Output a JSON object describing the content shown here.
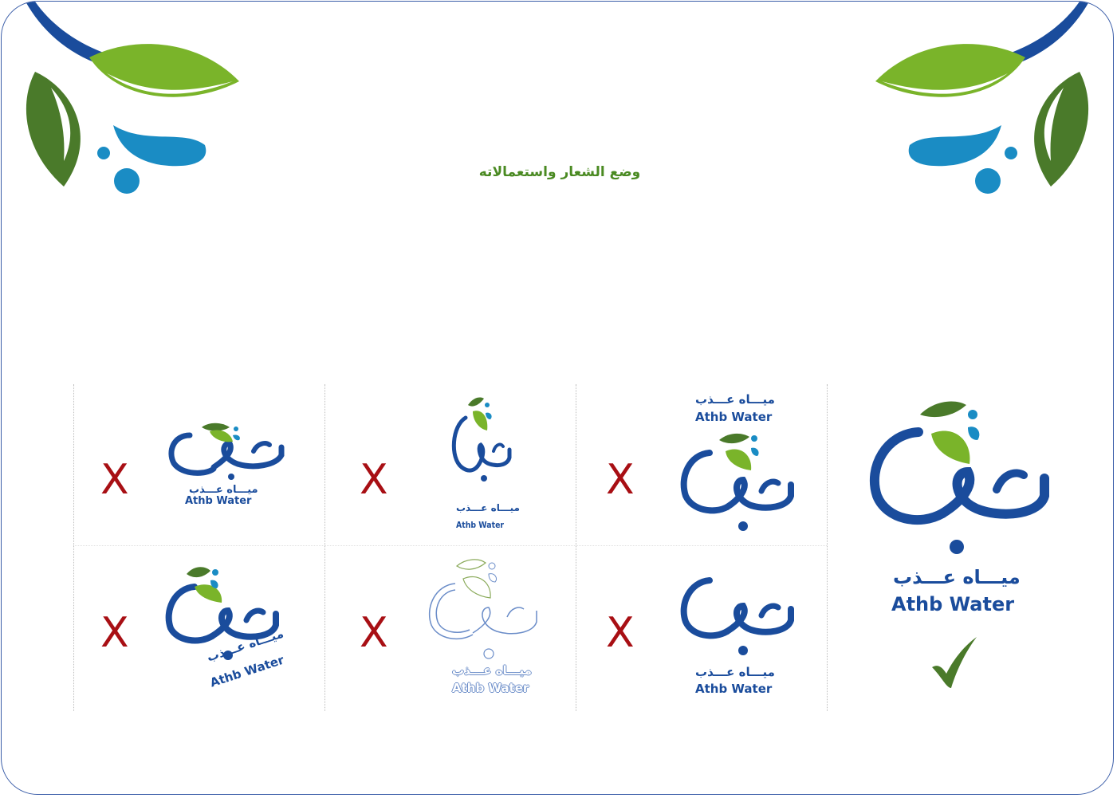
{
  "page": {
    "title": "وضع الشعار واستعمالاته"
  },
  "logo": {
    "mark_text": "عذب",
    "arabic_tagline": "ميـــاه عـــذب",
    "english_name": "Athb Water"
  },
  "colors": {
    "brand_blue": "#1a4c9c",
    "leaf_light_green": "#7ab42a",
    "leaf_dark_green": "#4a7a2a",
    "water_blue": "#1a8cc4",
    "incorrect_mark": "#a80f14",
    "correct_mark": "#4a7a2a",
    "frame_border": "#3a5da8"
  },
  "variants": [
    {
      "id": "correct",
      "status": "correct",
      "symbol": "check-mark"
    },
    {
      "id": "text-on-top",
      "status": "incorrect",
      "symbol": "X"
    },
    {
      "id": "compressed",
      "status": "incorrect",
      "symbol": "X"
    },
    {
      "id": "horizontal",
      "status": "incorrect",
      "symbol": "X"
    },
    {
      "id": "no-leaves",
      "status": "incorrect",
      "symbol": "X"
    },
    {
      "id": "outline",
      "status": "incorrect",
      "symbol": "X"
    },
    {
      "id": "rotated-text",
      "status": "incorrect",
      "symbol": "X"
    }
  ]
}
